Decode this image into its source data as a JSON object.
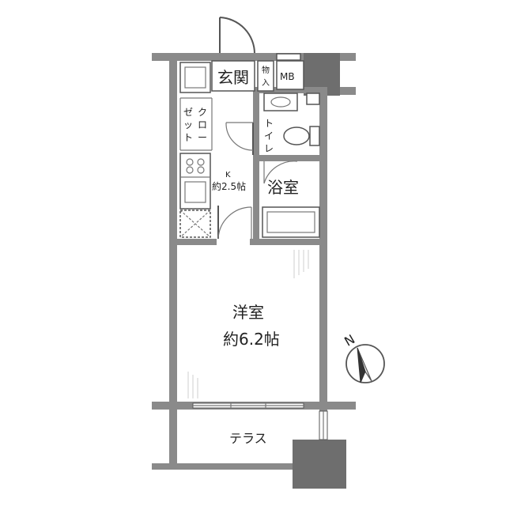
{
  "rooms": {
    "genkan": "玄関",
    "monoire_1": "物",
    "monoire_2": "入",
    "mb": "MB",
    "closet_col1": [
      "ク",
      "ロ",
      "ー"
    ],
    "closet_col2": [
      "ゼ",
      "ッ",
      "ト"
    ],
    "toilet": [
      "ト",
      "イ",
      "レ"
    ],
    "kitchen_letter": "K",
    "kitchen_size": "約2.5帖",
    "bath": "浴室",
    "western_room": "洋室",
    "western_size": "約6.2帖",
    "terrace": "テラス"
  },
  "compass": {
    "north_label": "N"
  }
}
